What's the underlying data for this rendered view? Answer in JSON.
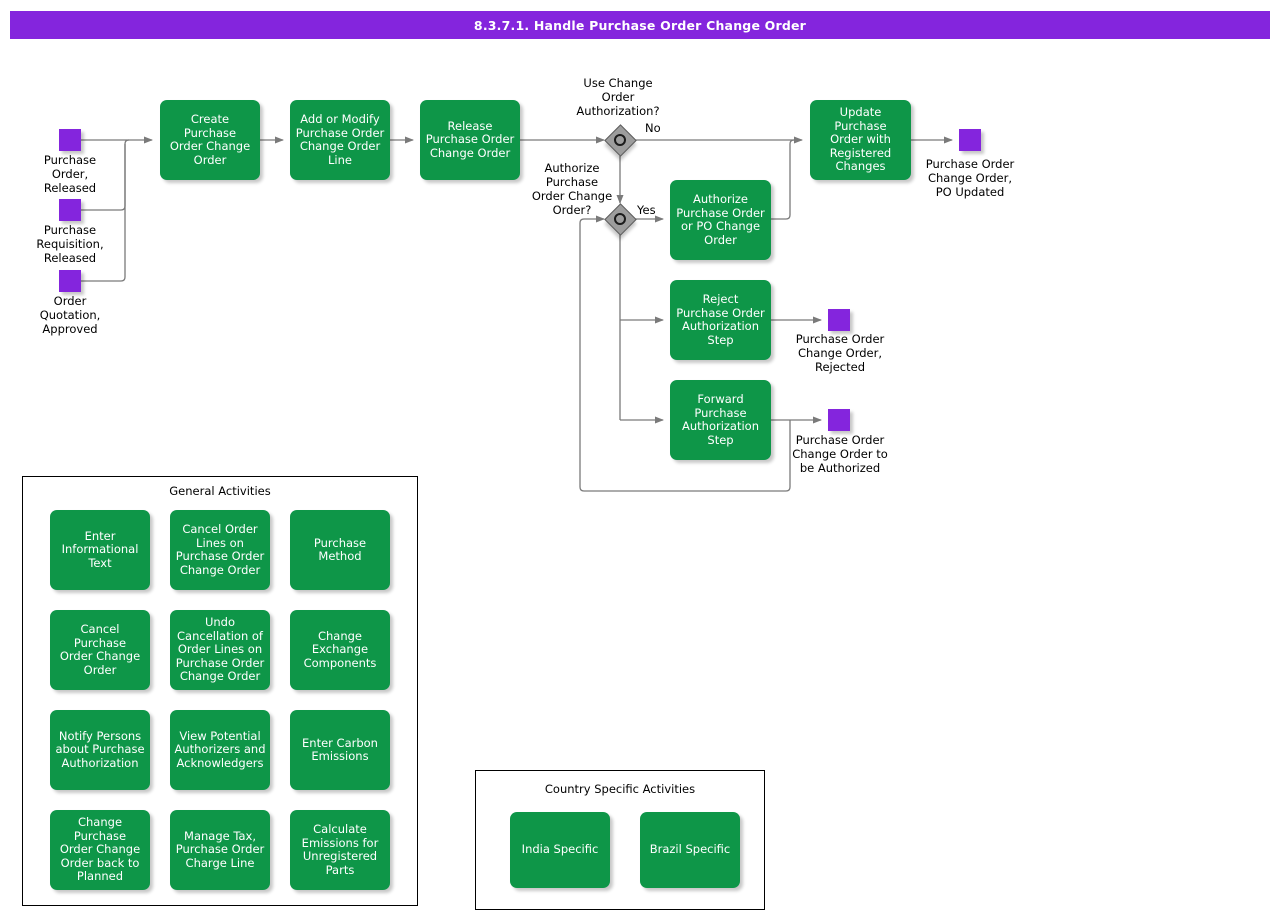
{
  "header": {
    "title": "8.3.7.1. Handle Purchase Order Change Order",
    "bar_color": "#8425dd"
  },
  "palette": {
    "activity_green": "#0e9648",
    "event_purple": "#8425dd",
    "gateway_grey": "#9d9d9d",
    "connector_grey": "#7a7a7a",
    "frame_black": "#000000",
    "text_white": "#ffffff",
    "text_black": "#000000"
  },
  "flow": {
    "start_events": [
      {
        "label": "Purchase\nOrder,\nReleased"
      },
      {
        "label": "Purchase\nRequisition,\nReleased"
      },
      {
        "label": "Order\nQuotation,\nApproved"
      }
    ],
    "activities": [
      {
        "id": "create",
        "label": "Create Purchase\nOrder Change\nOrder"
      },
      {
        "id": "addmodify",
        "label": "Add or Modify\nPurchase Order\nChange Order\nLine"
      },
      {
        "id": "release",
        "label": "Release\nPurchase Order\nChange Order"
      },
      {
        "id": "update",
        "label": "Update Purchase\nOrder with\nRegistered\nChanges"
      },
      {
        "id": "authorize",
        "label": "Authorize\nPurchase Order\nor PO Change\nOrder"
      },
      {
        "id": "reject",
        "label": "Reject\nPurchase Order\nAuthorization\nStep"
      },
      {
        "id": "forward",
        "label": "Forward\nPurchase\nAuthorization\nStep"
      }
    ],
    "gateways": [
      {
        "id": "gw-use-change-order-authorization",
        "label": "Use Change\nOrder\nAuthorization?"
      },
      {
        "id": "gw-authorize-purchase-order-change-order",
        "label": "Authorize\nPurchase\nOrder Change\nOrder?"
      }
    ],
    "edge_labels": [
      {
        "id": "no",
        "text": "No"
      },
      {
        "id": "yes",
        "text": "Yes"
      }
    ],
    "end_events": [
      {
        "id": "po-updated",
        "label": "Purchase Order\nChange Order,\nPO Updated"
      },
      {
        "id": "rejected",
        "label": "Purchase Order\nChange Order,\nRejected"
      },
      {
        "id": "to-be-authorized",
        "label": "Purchase Order\nChange Order to\nbe Authorized"
      }
    ]
  },
  "general_activities": {
    "title": "General Activities",
    "items": [
      {
        "label": "Enter\nInformational\nText"
      },
      {
        "label": "Cancel Order\nLines on\nPurchase Order\nChange Order"
      },
      {
        "label": "Purchase\nMethod"
      },
      {
        "label": "Cancel Purchase\nOrder Change\nOrder"
      },
      {
        "label": "Undo\nCancellation of\nOrder Lines on\nPurchase Order\nChange Order"
      },
      {
        "label": "Change\nExchange\nComponents"
      },
      {
        "label": "Notify Persons\nabout Purchase\nAuthorization"
      },
      {
        "label": "View Potential\nAuthorizers and\nAcknowledgers"
      },
      {
        "label": "Enter Carbon\nEmissions"
      },
      {
        "label": "Change Purchase\nOrder Change\nOrder back to\nPlanned"
      },
      {
        "label": "Manage Tax,\nPurchase Order\nCharge Line"
      },
      {
        "label": "Calculate\nEmissions for\nUnregistered\nParts"
      }
    ]
  },
  "country_specific_activities": {
    "title": "Country Specific Activities",
    "items": [
      {
        "label": "India Specific"
      },
      {
        "label": "Brazil Specific"
      }
    ]
  }
}
